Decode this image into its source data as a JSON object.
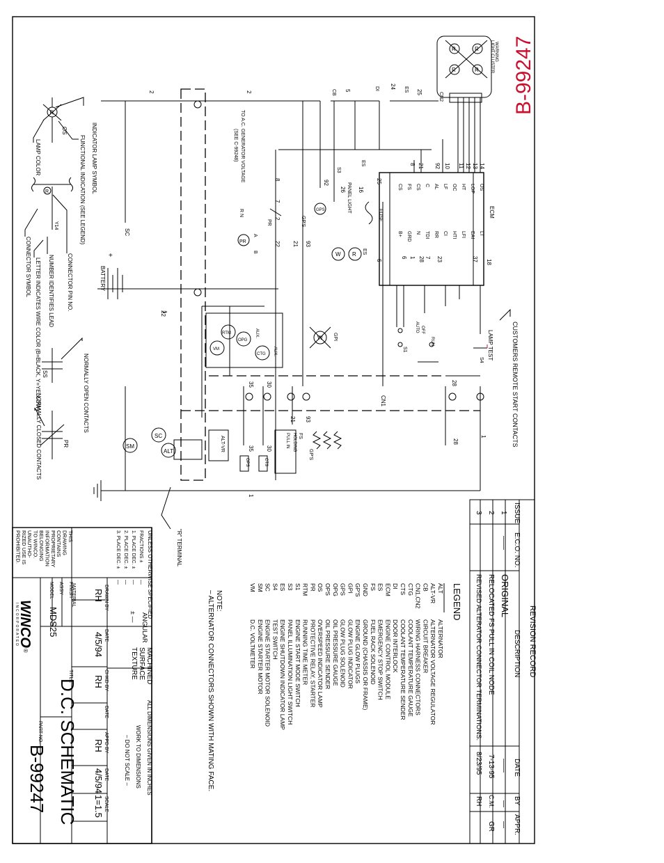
{
  "drawing_number": "B-99247",
  "title": "D.C. SCHEMATIC",
  "model": "MDS25",
  "company": {
    "name": "WINCO",
    "sub": "INCORPORATED",
    "mark": "®"
  },
  "proprietary": [
    "THIS",
    "DRAWING",
    "CONTAINS",
    "PROPRIETARY",
    "INFORMATION",
    "BELONGING",
    "TO WINCO.",
    "UNAUTHO-",
    "RIZED USE IS",
    "PROHIBITED."
  ],
  "title_block": {
    "labels": {
      "assy": "ASSY",
      "finish": "FINISH",
      "material": "MATERIAL",
      "model": "MODEL",
      "title": "TITLE",
      "part_no": "PART NO.",
      "drawn_by": "DRAWN BY",
      "date": "DATE",
      "chkd_by": "CHKD BY",
      "appd_by": "APPD BY",
      "scale": "SCALE"
    },
    "drawn_by": "RH",
    "drawn_date": "4/5/94",
    "chkd_by": "RH",
    "appd_by": "RH",
    "appd_date": "4/5/94",
    "scale": "1=1.5"
  },
  "tolerances": {
    "heading": "UNLESS OTHERWISE SPECIFIED",
    "fractions": "FRACTIONS ±",
    "one_place": "1. PLACE DEC. ±",
    "two_place": "2. PLACE DEC. ±",
    "three_place": "3. PLACE DEC. ±",
    "dash": "—",
    "angular": "ANGULAR",
    "angular_value": "±  —",
    "machined": "MACHINED",
    "surface": "SURFACE",
    "texture": "TEXTURE",
    "dims1": "ALL DIMENSIONS GIVEN IN INCHES",
    "dims2": "WORK TO DIMENSIONS",
    "dims3": "– DO NOT SCALE –"
  },
  "revision_record": {
    "heading": "REVISION RECORD",
    "columns": [
      "ISSUE",
      "E.C.O. NO.",
      "DESCRIPTION",
      "DATE",
      "BY",
      "APPR."
    ],
    "rows": [
      {
        "issue": "1",
        "eco": "——",
        "description": "ORIGINAL",
        "date": "——",
        "by": "—",
        "appr": "—"
      },
      {
        "issue": "2",
        "eco": "",
        "description": "RELOCATED FS PULL IN COIL NODE",
        "date": "7-13-95",
        "by": "C.M.",
        "appr": "GR"
      },
      {
        "issue": "3",
        "eco": "",
        "description": "REVISED ALTERATOR CONNECTOR TERMINATIONS.",
        "date": "8/23/95",
        "by": "RH",
        "appr": ""
      }
    ]
  },
  "legend": {
    "heading": "LEGEND",
    "entries": [
      {
        "code": "ALT",
        "desc": "ALTERNATOR"
      },
      {
        "code": "ALT-VR",
        "desc": "ALTERNATOR VOLTAGE REGULATOR"
      },
      {
        "code": "CB",
        "desc": "CIRCUIT BREAKER"
      },
      {
        "code": "CN1,CN2",
        "desc": "WIRING HARNESS CONNECTORS"
      },
      {
        "code": "CTG",
        "desc": "COOLANT TEMPERATURE GAUGE"
      },
      {
        "code": "CTS",
        "desc": "COOLANT TEMPERATURE SENDER"
      },
      {
        "code": "DI",
        "desc": "DOOR INTERLOCK"
      },
      {
        "code": "ECM",
        "desc": "ENGINE CONTROL MODULE"
      },
      {
        "code": "ES",
        "desc": "EMERGENCY STOP SWITCH"
      },
      {
        "code": "FS",
        "desc": "FUEL RACK SOLENOID"
      },
      {
        "code": "GND",
        "desc": "GROUND (CHASSIS OR FRAME)"
      },
      {
        "code": "GP'S",
        "desc": "ENGINE GLOW PLUGS"
      },
      {
        "code": "GPI",
        "desc": "GLOW PLUG INDICATOR"
      },
      {
        "code": "GPS",
        "desc": "GLOW PLUG SOLENOID"
      },
      {
        "code": "OPG",
        "desc": "OIL PRESSURE GAUGE"
      },
      {
        "code": "OPS",
        "desc": "OIL PRESSURE SENDER"
      },
      {
        "code": "OS",
        "desc": "OVERSPEED INDICATOR LAMP"
      },
      {
        "code": "PR",
        "desc": "PROTECTIVE RELAY, STARTER"
      },
      {
        "code": "RTM",
        "desc": "RUNNING TIME METER"
      },
      {
        "code": "S1",
        "desc": "ENGINE START MODE SWITCH"
      },
      {
        "code": "S3",
        "desc": "PANEL ILLUMINATION LIGHT SWITCH"
      },
      {
        "code": "ES",
        "desc": "ENGINE SHUTDOWN INDICATOR LAMP"
      },
      {
        "code": "S4",
        "desc": "TEST SWITCH"
      },
      {
        "code": "SC",
        "desc": "ENGINE STARTER MOTOR SOLENOID"
      },
      {
        "code": "SM",
        "desc": "ENGINE STARTER MOTOR"
      },
      {
        "code": "VM",
        "desc": "D.C. VOLTMETER"
      }
    ],
    "note_heading": "NOTE:",
    "note": "– ALTERNATOR CONNECTORS SHOWN WITH MATING FACE."
  },
  "symbol_key": {
    "indicator": "INDICATOR LAMP SYMBOL",
    "functional": "FUNCTIONAL INDICATION (SEE LEGEND)",
    "lamp_color": "LAMP COLOR",
    "connector_pin": "CONNECTOR PIN NO.",
    "number_lead": "NUMBER IDENTIFIES LEAD",
    "letter_color": "LETTER INDICATES WIRE COLOR (B=BLACK, Y=YELLOW)",
    "connector_symbol": "CONNECTOR SYMBOL",
    "no_contacts": "NORMALLY OPEN CONTACTS",
    "nc_contacts": "NORMALLY CLOSED CONTACTS",
    "os": "OS",
    "r": "R",
    "y14": "Y14",
    "ss": "SS",
    "pr": "PR"
  },
  "schematic": {
    "warning": "WARNING",
    "light_cluster": "LIGHT CLUSTER",
    "cn2": "CN2",
    "cn1": "CN1",
    "ecm": "ECM",
    "customers_contacts": "CUSTOMERS REMOTE START CONTACTS",
    "lamp_test": "LAMP TEST",
    "s4": "S4",
    "s1": "S1",
    "s3": "S3",
    "run": "RUN",
    "off": "OFF",
    "auto": "AUTO",
    "battery": "BATTERY",
    "sc": "SC",
    "sm": "SM",
    "alt": "ALT",
    "alt_vr": "ALT-VR",
    "r_terminal": "\"R\" TERMINAL",
    "to_ac": "TO A.C. GENERATOR VOLTAGE",
    "see": "(SEE C-99248)",
    "rn": "R N",
    "pr": "PR",
    "a": "A",
    "b": "B",
    "panel_light": "PANEL LIGHT",
    "fuse": "FUSE",
    "es": "ES",
    "cb": "CB",
    "di": "DI",
    "gps": "GPS",
    "gpi": "GPI",
    "gp_s": "GP'S",
    "gps_coil": "GP'S",
    "fs": "FS",
    "holding": "HOLDING",
    "pull_in": "PULL IN",
    "rtm": "RTM",
    "vm": "VM",
    "opg": "OPG",
    "ctg": "CTG",
    "aux": "AUX.",
    "ops": "OPS",
    "cts": "CTS",
    "ecm_left": [
      "OS",
      "LOP",
      "HT",
      "OC",
      "LF",
      "AL",
      "C",
      "CS",
      "FS",
      "CS"
    ],
    "ecm_right": [
      "LT",
      "EAI",
      "LFI",
      "HTI",
      "CI",
      "RR",
      "TDI",
      "N",
      "GRD",
      "B+"
    ],
    "wire_top": [
      "14",
      "13",
      "12",
      "11",
      "10",
      "92",
      "21",
      "8"
    ],
    "wire_bottom": [
      "18",
      "37",
      "23",
      "7",
      "28",
      "1",
      "6"
    ],
    "numbers": [
      "2",
      "2",
      "5",
      "25",
      "24",
      "8",
      "7",
      "2",
      "92",
      "26",
      "16",
      "25",
      "21",
      "22",
      "93",
      "6",
      "1",
      "28",
      "35",
      "30",
      "21",
      "93",
      "1",
      "28",
      "35",
      "30",
      "22",
      "1"
    ],
    "lamp_letters": [
      "R",
      "R",
      "W",
      "R",
      "R",
      "R",
      "W",
      "R"
    ]
  }
}
